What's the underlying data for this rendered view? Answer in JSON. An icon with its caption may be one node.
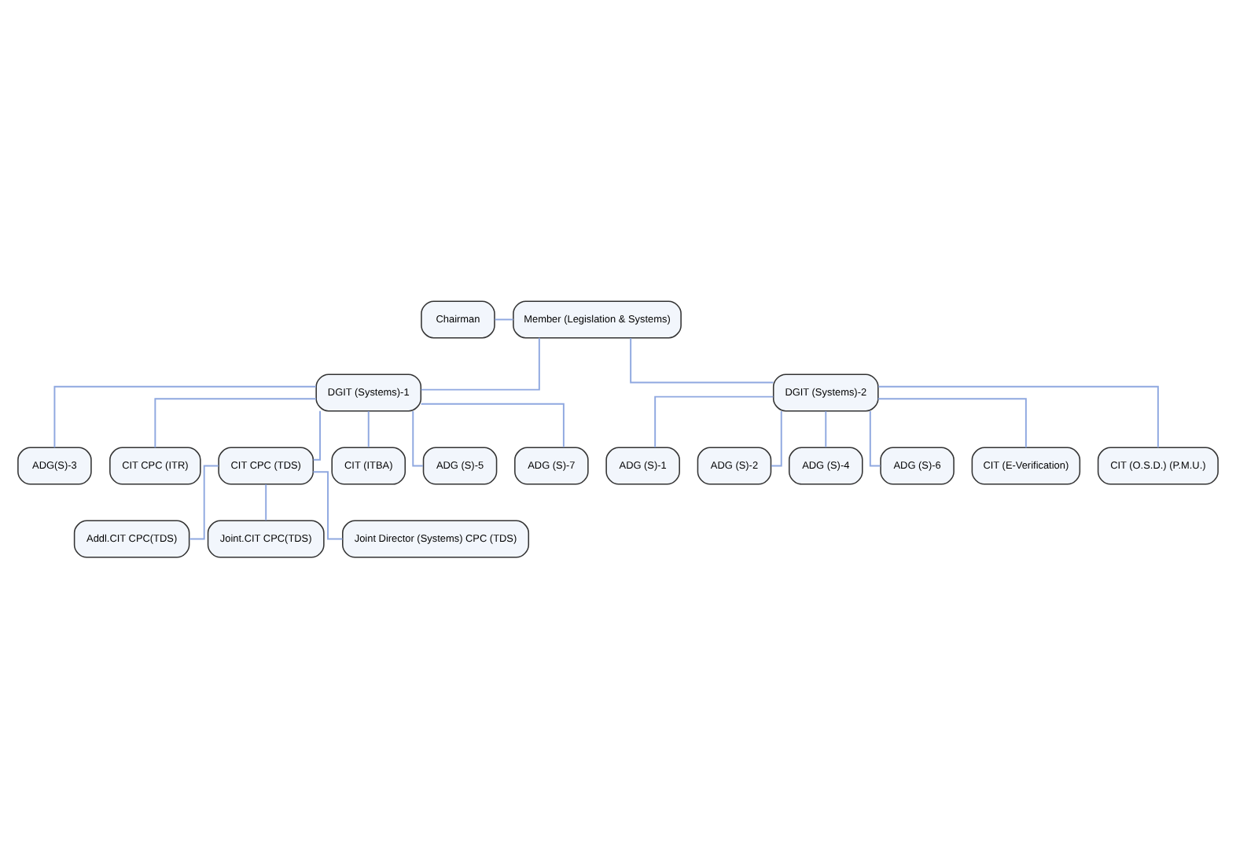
{
  "diagram": {
    "nodes": [
      {
        "text": [
          "Chairman"
        ]
      },
      {
        "text": [
          "Member (Legislation & Systems)"
        ]
      },
      {
        "text": [
          "DGIT (Systems)-1"
        ]
      },
      {
        "text": [
          "ADG(S)-3"
        ]
      },
      {
        "text": [
          "CIT CPC (ITR)"
        ]
      },
      {
        "text": [
          "CIT CPC (TDS)"
        ]
      },
      {
        "text": [
          "CIT (ITBA)"
        ]
      },
      {
        "text": [
          "ADG (S)-5"
        ]
      },
      {
        "text": [
          "ADG (S)-7"
        ]
      },
      {
        "text": [
          "Addl.CIT CPC(TDS)"
        ]
      },
      {
        "text": [
          "Joint.CIT CPC(TDS)"
        ]
      },
      {
        "text": [
          "Joint Director (Systems) CPC (TDS)"
        ]
      },
      {
        "text": [
          "DGIT (Systems)-2"
        ]
      },
      {
        "text": [
          "ADG (S)-1"
        ]
      },
      {
        "text": [
          "ADG (S)-2"
        ]
      },
      {
        "text": [
          "ADG (S)-4"
        ]
      },
      {
        "text": [
          "ADG (S)-6"
        ]
      },
      {
        "text": [
          "CIT (E-Verification)"
        ]
      },
      {
        "text": [
          "CIT (O.S.D.) (P.M.U.)"
        ]
      }
    ],
    "edges": [
      {
        "from": 0,
        "to": 1,
        "arrow": "none"
      },
      {
        "from": 1,
        "to": 2,
        "arrow": "none"
      },
      {
        "from": 1,
        "to": 12,
        "arrow": "none"
      },
      {
        "from": 2,
        "to": 3,
        "arrow": "none"
      },
      {
        "from": 2,
        "to": 4,
        "arrow": "none"
      },
      {
        "from": 2,
        "to": 5,
        "arrow": "none"
      },
      {
        "from": 2,
        "to": 6,
        "arrow": "none"
      },
      {
        "from": 2,
        "to": 7,
        "arrow": "none"
      },
      {
        "from": 2,
        "to": 8,
        "arrow": "none"
      },
      {
        "from": 5,
        "to": 9,
        "arrow": "none"
      },
      {
        "from": 5,
        "to": 10,
        "arrow": "none"
      },
      {
        "from": 5,
        "to": 11,
        "arrow": "none"
      },
      {
        "from": 12,
        "to": 13,
        "arrow": "none"
      },
      {
        "from": 12,
        "to": 14,
        "arrow": "none"
      },
      {
        "from": 12,
        "to": 15,
        "arrow": "none"
      },
      {
        "from": 12,
        "to": 16,
        "arrow": "none"
      },
      {
        "from": 12,
        "to": 17,
        "arrow": "none"
      },
      {
        "from": 12,
        "to": 18,
        "arrow": "none"
      }
    ]
  }
}
